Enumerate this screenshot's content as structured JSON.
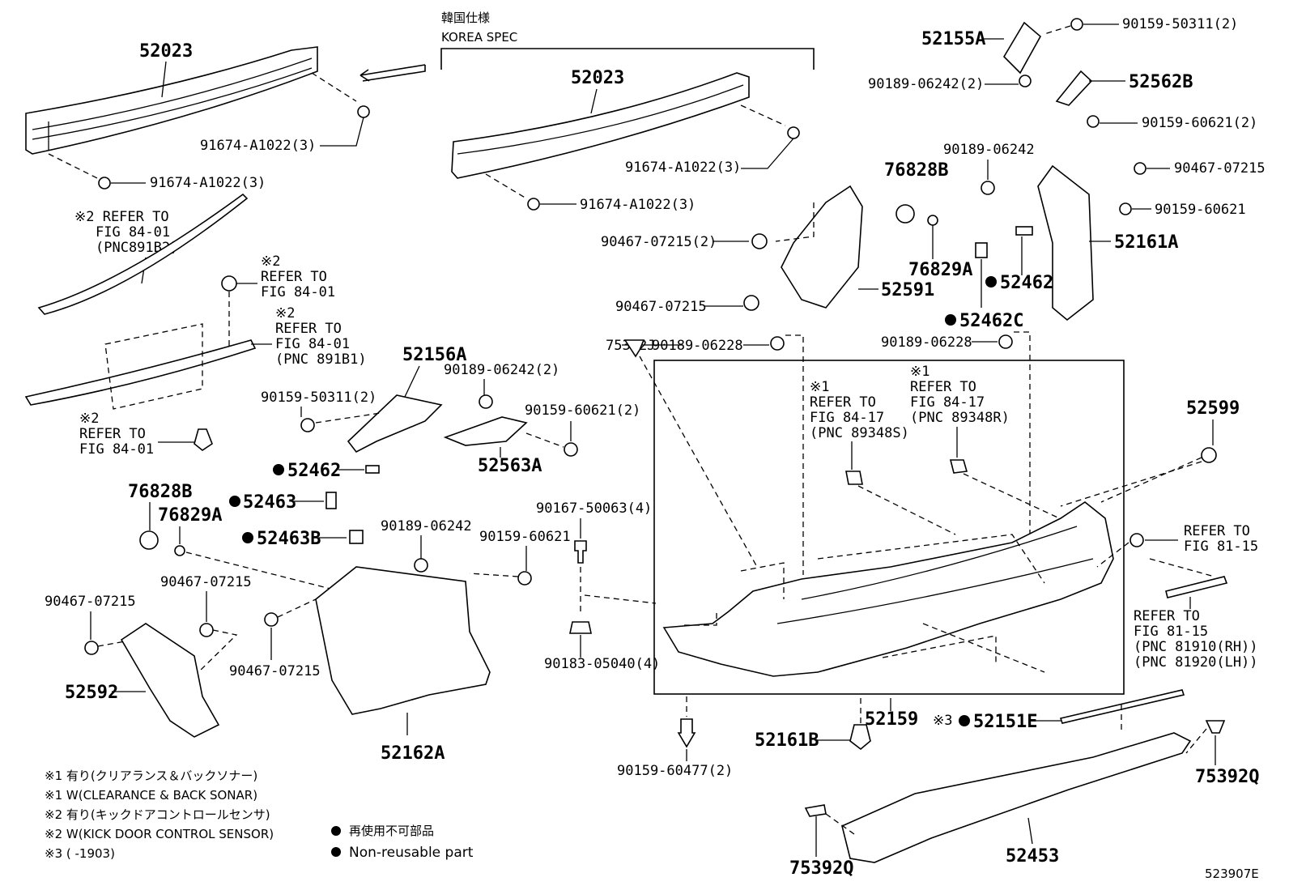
{
  "korea": {
    "jp": "韓国仕様",
    "en": "KOREA SPEC"
  },
  "parts": {
    "p52023_left": "52023",
    "p91674_left_a": "91674-A1022(3)",
    "p91674_left_b": "91674-A1022(3)",
    "p52023_right": "52023",
    "p91674_right_a": "91674-A1022(3)",
    "p91674_right_b": "91674-A1022(3)",
    "p52155A": "52155A",
    "p90159_50311_top": "90159-50311(2)",
    "p90189_06242_2_top": "90189-06242(2)",
    "p52562B": "52562B",
    "p90159_60621_2_top": "90159-60621(2)",
    "p90189_06242_mid": "90189-06242",
    "p90467_07215_top": "90467-07215",
    "p90159_60621_mid": "90159-60621",
    "p52161A": "52161A",
    "p76828B_top": "76828B",
    "p76829A_top": "76829A",
    "p90467_07215_2": "90467-07215(2)",
    "p52591": "52591",
    "p90467_07215_b": "90467-07215",
    "p52462_right": "52462",
    "p52462C": "52462C",
    "p90189_06228_left": "90189-06228",
    "p90189_06228_right": "90189-06228",
    "p75392J": "75392J",
    "p52156A": "52156A",
    "p90189_06242_2_mid": "90189-06242(2)",
    "p90159_50311_mid": "90159-50311(2)",
    "p90159_60621_2_mid": "90159-60621(2)",
    "p52563A": "52563A",
    "p52462_left": "52462",
    "p52463": "52463",
    "p52463B": "52463B",
    "p76828B_left": "76828B",
    "p76829A_left": "76829A",
    "p90189_06242_low": "90189-06242",
    "p90159_60621_low": "90159-60621",
    "p90167_50063": "90167-50063(4)",
    "p90467_07215_l1": "90467-07215",
    "p90467_07215_l2": "90467-07215",
    "p90467_07215_l3": "90467-07215",
    "p52592": "52592",
    "p52162A": "52162A",
    "p90183_05040": "90183-05040(4)",
    "p90159_60477": "90159-60477(2)",
    "p52161B": "52161B",
    "p52159": "52159",
    "p52151E": "52151E",
    "p52599": "52599",
    "p75392Q_right": "75392Q",
    "p75392Q_left": "75392Q",
    "p52453": "52453"
  },
  "refs": {
    "r1": [
      "※2 REFER TO",
      "FIG 84-01",
      "(PNC891B2)"
    ],
    "r2": [
      "※2",
      "REFER TO",
      "FIG 84-01"
    ],
    "r3": [
      "※2",
      "REFER TO",
      "FIG 84-01",
      "(PNC 891B1)"
    ],
    "r4": [
      "※2",
      "REFER TO",
      "FIG 84-01"
    ],
    "r5": [
      "※1",
      "REFER TO",
      "FIG 84-17",
      "(PNC 89348S)"
    ],
    "r6": [
      "※1",
      "REFER TO",
      "FIG 84-17",
      "(PNC 89348R)"
    ],
    "r7": [
      "REFER TO",
      "FIG 81-15"
    ],
    "r8": [
      "REFER TO",
      "FIG 81-15",
      "(PNC 81910(RH))",
      "(PNC 81920(LH))"
    ]
  },
  "mark3": "※3",
  "legend": {
    "l1": "※1 有り(クリアランス＆バックソナー)",
    "l2": "※1 W(CLEARANCE & BACK SONAR)",
    "l3": "※2 有り(キックドアコントロールセンサ)",
    "l4": "※2 W(KICK DOOR CONTROL SENSOR)",
    "l5": "※3 (        -1903)",
    "nr_jp": "再使用不可部品",
    "nr_en": "Non-reusable part"
  },
  "figure_id": "523907E"
}
